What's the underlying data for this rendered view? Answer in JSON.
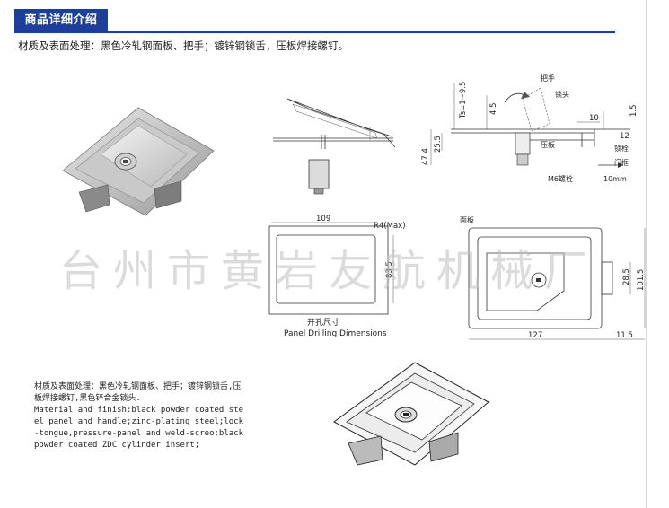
{
  "header": {
    "title": "商品详细介绍"
  },
  "intro": {
    "text": "材质及表面处理：黑色冷轧钢面板、把手；镀锌钢锁舌，压板焊接螺钉。"
  },
  "watermark": {
    "text": "台州市黄岩友航机械厂"
  },
  "side_view": {
    "labels": {
      "handle": "把手",
      "lock_head": "锁头",
      "press_plate": "压板",
      "lock_bolt": "锁栓",
      "door_frame": "门框",
      "m6_bolt": "M6螺栓",
      "travel": "10mm"
    },
    "dims": {
      "ts": "Ts=1~9.5",
      "d45": "4.5",
      "d255": "25.5",
      "d474": "47.4",
      "d10": "10",
      "d15": "1.5",
      "d12": "12"
    }
  },
  "drilling": {
    "dims": {
      "width": "109",
      "height": "83.5",
      "radius": "R4(Max)"
    },
    "caption_cn": "开孔尺寸",
    "caption_en": "Panel Drilling Dimensions"
  },
  "front_view": {
    "label_panel": "面板",
    "dims": {
      "width": "127",
      "offset": "11.5",
      "height": "101.5",
      "tongue": "28.5"
    }
  },
  "spec": {
    "cn": "材质及表面处理：黑色冷轧钢面板、把手；镀锌钢锁舌,压板焊接螺钉,黑色锌合金锁头.",
    "en": "Material and finish:black powder coated steel panel and handle;zinc-plating steel;lock-tongue,pressure-panel and weld-screo;black powder coated ZDC cylinder insert;"
  }
}
